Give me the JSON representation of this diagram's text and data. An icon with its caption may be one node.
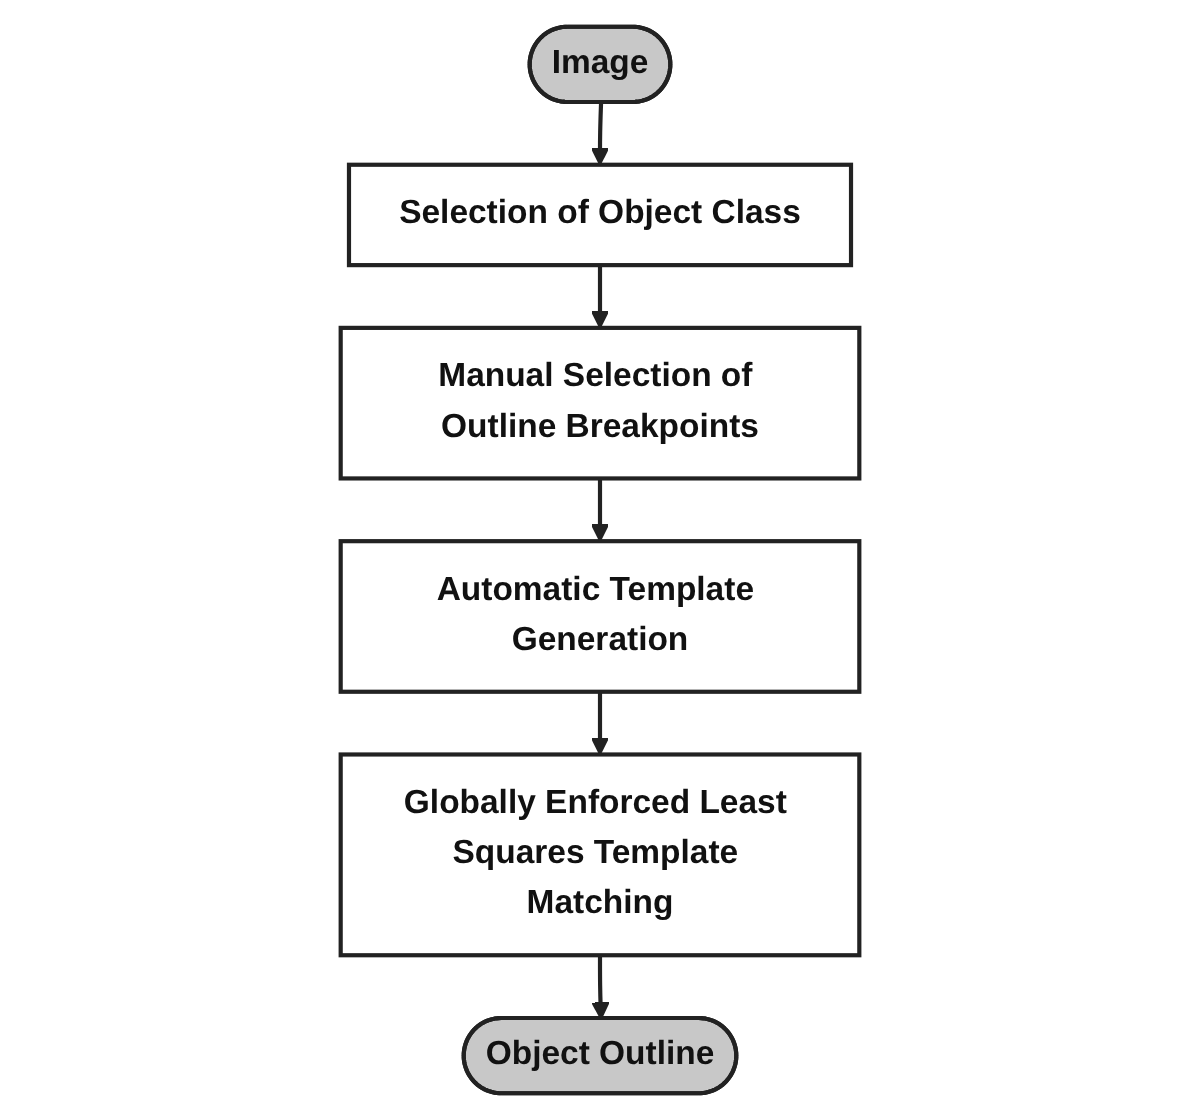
{
  "diagram": {
    "nodes": [
      {
        "text": [
          "Image"
        ]
      },
      {
        "text": [
          "Selection of Object Class"
        ]
      },
      {
        "text": [
          "Manual Selection of Outline Breakpoints"
        ]
      },
      {
        "text": [
          "Automatic Template Generation"
        ]
      },
      {
        "text": [
          "Globally Enforced Least Squares Template Matching"
        ]
      },
      {
        "text": [
          "Object Outline"
        ]
      }
    ],
    "edges": [
      {
        "from": 0,
        "to": 1,
        "arrow": "to"
      },
      {
        "from": 1,
        "to": 2,
        "arrow": "to"
      },
      {
        "from": 2,
        "to": 3,
        "arrow": "to"
      },
      {
        "from": 3,
        "to": 4,
        "arrow": "to"
      },
      {
        "from": 4,
        "to": 5,
        "arrow": "to"
      }
    ]
  }
}
